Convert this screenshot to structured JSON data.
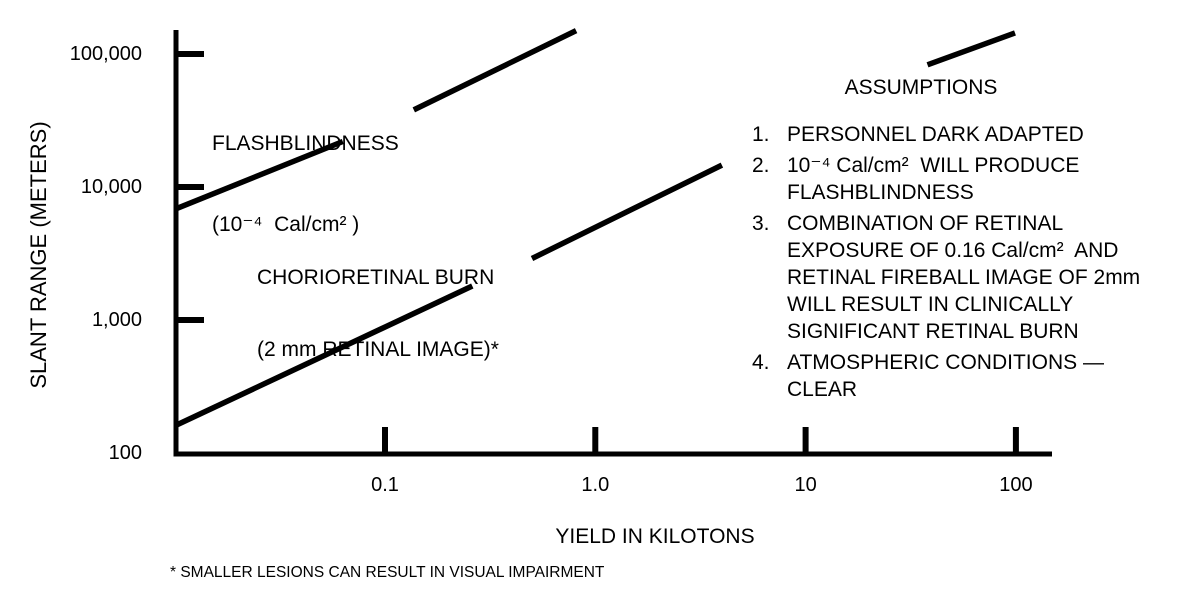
{
  "chart_data": {
    "type": "line",
    "title": "",
    "xlabel": "YIELD IN KILOTONS",
    "ylabel": "SLANT RANGE (METERS)",
    "x_scale": "log",
    "y_scale": "log",
    "xlim": [
      0.01,
      150
    ],
    "ylim": [
      100,
      200000
    ],
    "grid": false,
    "legend_position": "labels-on-chart",
    "xticks": [
      {
        "value": 0.1,
        "label": "0.1",
        "tick": true
      },
      {
        "value": 1,
        "label": "1.0",
        "tick": true
      },
      {
        "value": 10,
        "label": "10",
        "tick": true
      },
      {
        "value": 100,
        "label": "100",
        "tick": true
      }
    ],
    "yticks": [
      {
        "value": 100,
        "label": "100",
        "tick": false
      },
      {
        "value": 1000,
        "label": "1,000",
        "tick": true
      },
      {
        "value": 10000,
        "label": "10,000",
        "tick": true
      },
      {
        "value": 100000,
        "label": "100,000",
        "tick": true
      }
    ],
    "series": [
      {
        "name": "FLASHBLINDNESS (10⁻⁴ Cal/cm²)",
        "units": {
          "x": "kilotons",
          "y": "meters"
        },
        "segments": [
          [
            [
              0.01,
              6800
            ],
            [
              0.063,
              22000
            ]
          ],
          [
            [
              0.137,
              38000
            ],
            [
              0.81,
              150000
            ]
          ],
          [
            [
              38,
              83000
            ],
            [
              99,
              144000
            ]
          ]
        ]
      },
      {
        "name": "CHORIORETINAL BURN (2 mm RETINAL IMAGE)*",
        "units": {
          "x": "kilotons",
          "y": "meters"
        },
        "segments": [
          [
            [
              0.01,
              160
            ],
            [
              0.26,
              1800
            ]
          ],
          [
            [
              0.5,
              2900
            ],
            [
              4.0,
              14600
            ]
          ]
        ]
      }
    ]
  },
  "labels": {
    "flashblindness": {
      "line1": "FLASHBLINDNESS",
      "line2": "(10⁻⁴  Cal/cm² )"
    },
    "chorioretinal": {
      "line1": "CHORIORETINAL BURN",
      "line2": "(2 mm RETINAL IMAGE)*"
    }
  },
  "assumptions": {
    "title": "ASSUMPTIONS",
    "items": [
      {
        "number": "1.",
        "lines": [
          "PERSONNEL DARK ADAPTED"
        ]
      },
      {
        "number": "2.",
        "lines": [
          "10⁻⁴ Cal/cm²  WILL PRODUCE",
          "FLASHBLINDNESS"
        ]
      },
      {
        "number": "3.",
        "lines": [
          "COMBINATION OF RETINAL",
          "EXPOSURE OF 0.16 Cal/cm²  AND",
          "RETINAL FIREBALL IMAGE OF 2mm",
          "WILL RESULT IN CLINICALLY",
          "SIGNIFICANT RETINAL BURN"
        ]
      },
      {
        "number": "4.",
        "lines": [
          "ATMOSPHERIC CONDITIONS —",
          "CLEAR"
        ]
      }
    ]
  },
  "footnote": "* SMALLER LESIONS CAN RESULT IN VISUAL IMPAIRMENT"
}
